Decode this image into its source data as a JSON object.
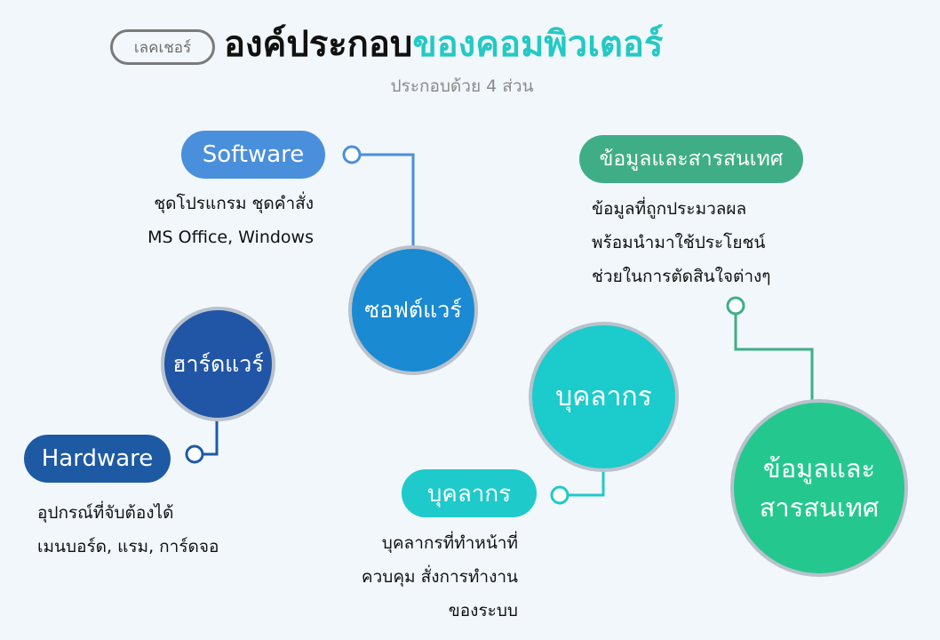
{
  "header": {
    "tag": "เลคเชอร์",
    "title_dark": "องค์ประกอบ",
    "title_accent": "ของคอมพิวเตอร์",
    "subtitle": "ประกอบด้วย 4 ส่วน"
  },
  "software": {
    "pill": "Software",
    "circle": "ซอฟต์แวร์",
    "desc": [
      "ชุดโปรแกรม ชุดคำสั่ง",
      "MS Office, Windows"
    ]
  },
  "hardware": {
    "pill": "Hardware",
    "circle": "ฮาร์ดแวร์",
    "desc": [
      "อุปกรณ์ที่จับต้องได้",
      "เมนบอร์ด, แรม, การ์ดจอ"
    ]
  },
  "people": {
    "pill": "บุคลากร",
    "circle": "บุคลากร",
    "desc": [
      "บุคลากรที่ทำหน้าที่",
      "ควบคุม สั่งการทำงาน",
      "ของระบบ"
    ]
  },
  "information": {
    "pill": "ข้อมูลและสารสนเทศ",
    "circle": [
      "ข้อมูลและ",
      "สารสนเทศ"
    ],
    "desc": [
      "ข้อมูลที่ถูกประมวลผล",
      "พร้อมนำมาใช้ประโยชน์",
      "ช่วยในการตัดสินใจต่างๆ"
    ]
  },
  "colors": {
    "software": "#1a8ad3",
    "hardware": "#2156a6",
    "people": "#1ccbcc",
    "information": "#24c88f",
    "title_accent": "#24c9c4"
  }
}
